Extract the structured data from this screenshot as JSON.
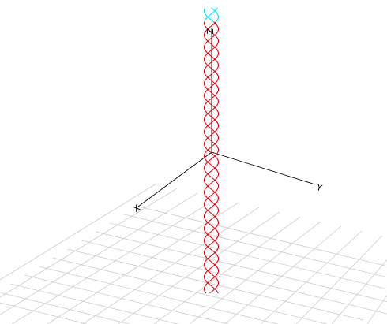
{
  "scene": {
    "axes": {
      "x_label": "X",
      "y_label": "Y",
      "z_label": "Z"
    },
    "colors": {
      "background": "#ffffff",
      "grid": "#cccccc",
      "axis": "#000000",
      "helix": "#e8000a",
      "helix_tip": "#00e5e5"
    },
    "helix": {
      "strands": 3
    }
  }
}
